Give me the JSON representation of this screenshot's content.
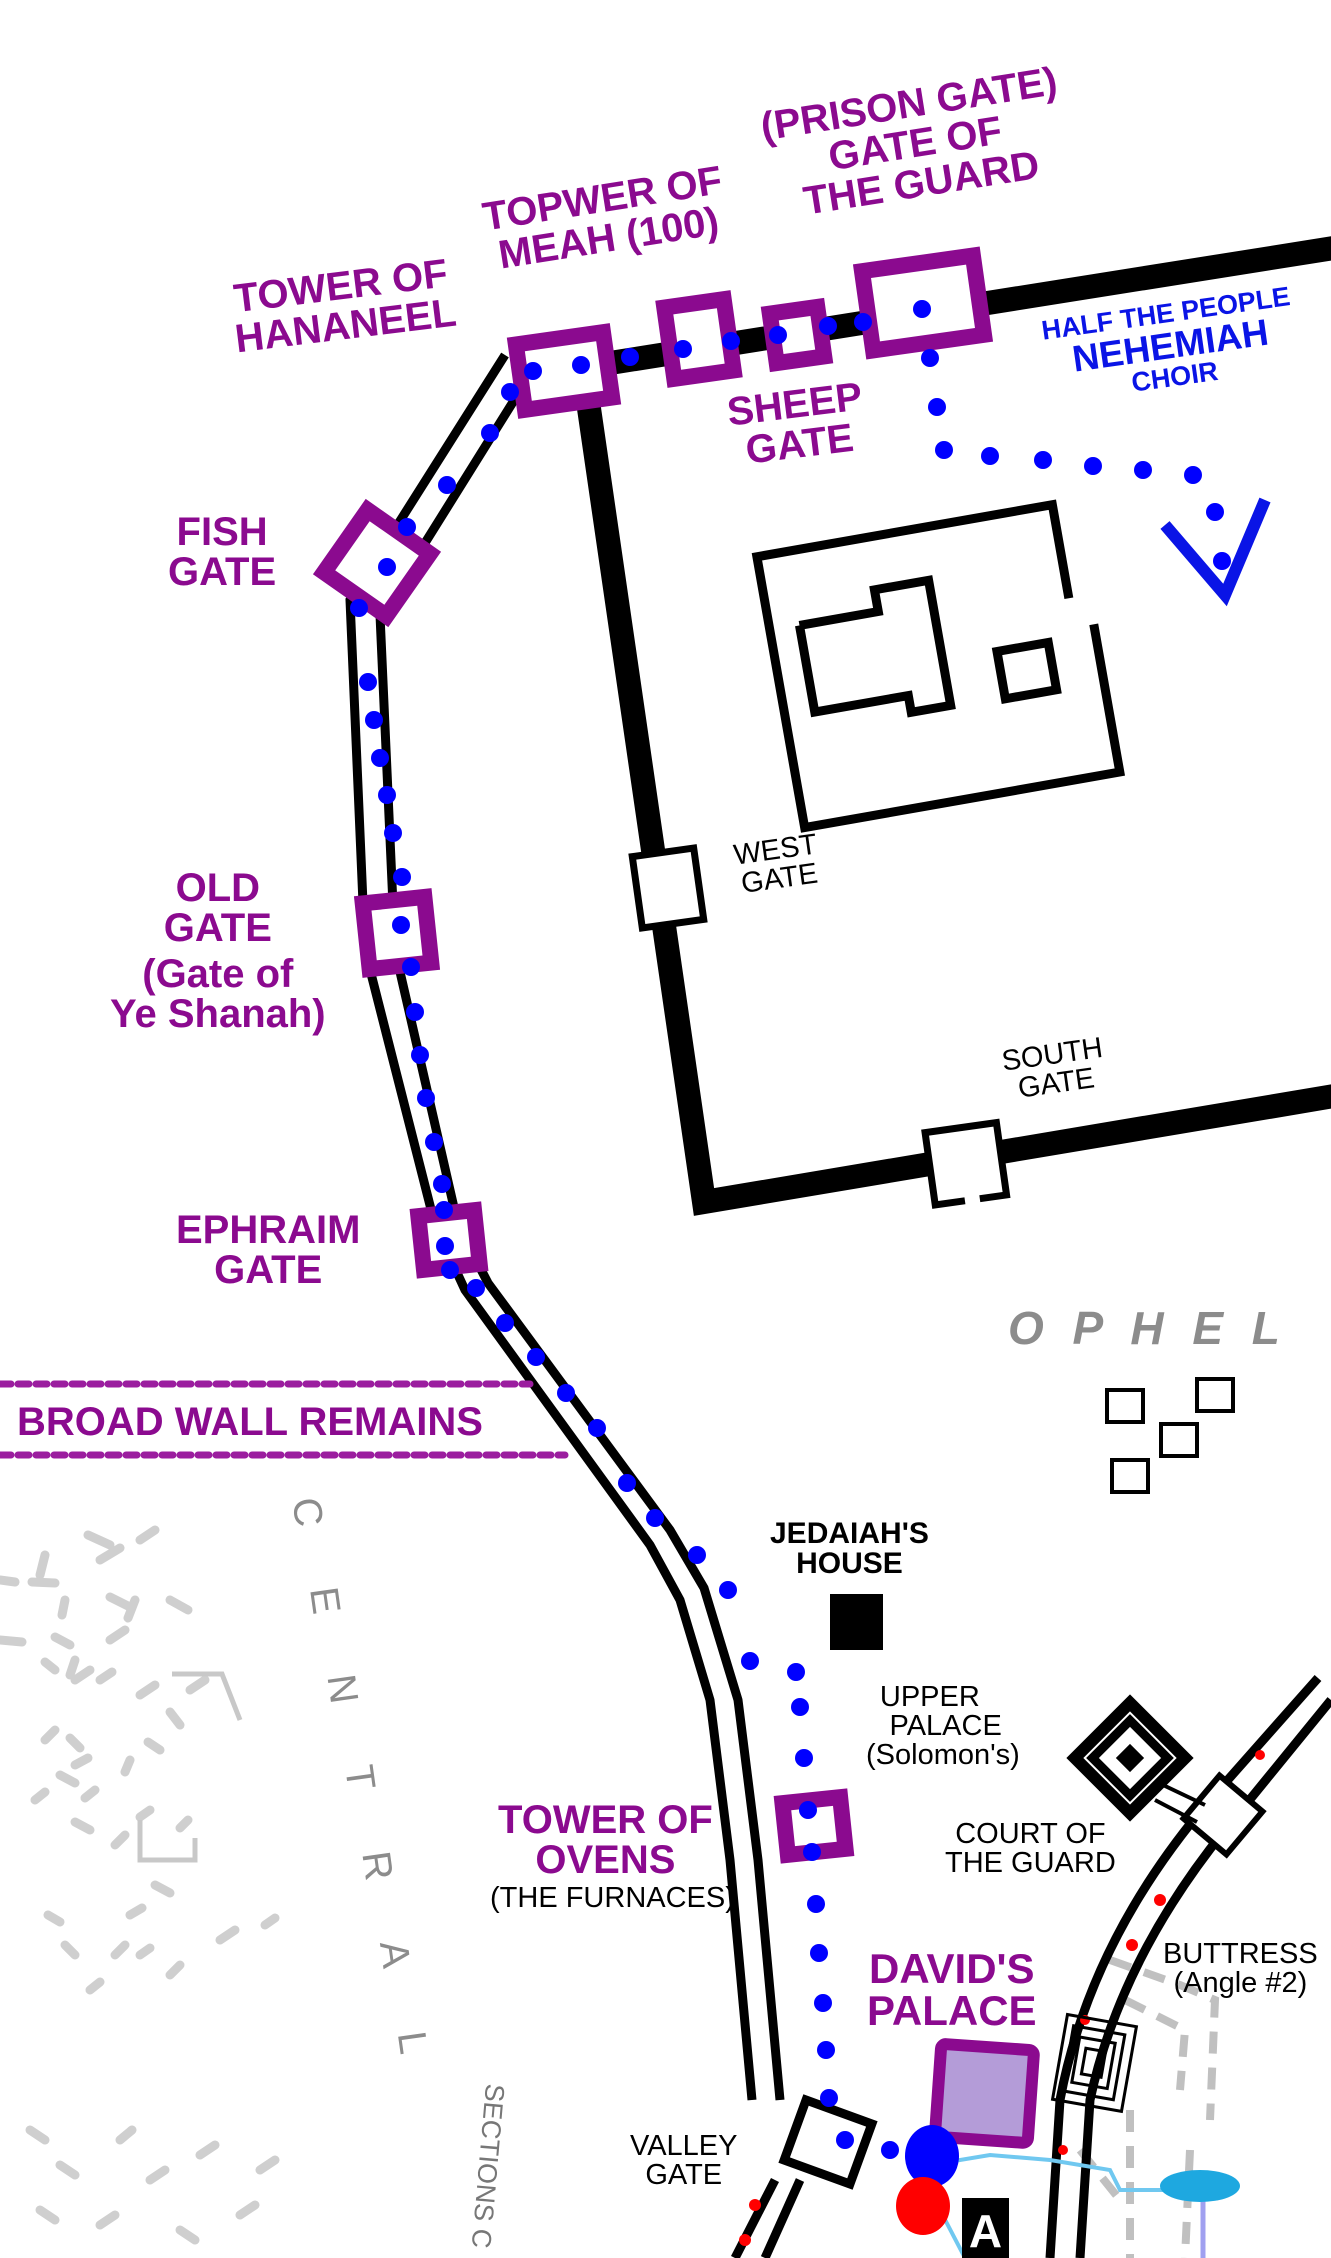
{
  "colors": {
    "gate_purple": "#8B0A8F",
    "procession_blue": "#0000FF",
    "wall_black": "#000000",
    "district_grey": "#8c8c8c",
    "ruins_grey": "#cccccc",
    "palace_fill": "#B49CD8",
    "marker_red": "#FF0000",
    "water_blue": "#1EA8E0",
    "channel_cyan": "#70C8F0"
  },
  "gates_purple": {
    "tower_hananeel": [
      "TOWER OF",
      "HANANEEL"
    ],
    "tower_meah": [
      "TOPWER OF",
      "MEAH (100)"
    ],
    "gate_of_guard": [
      "(PRISON GATE)",
      "GATE OF",
      "THE GUARD"
    ],
    "sheep_gate": [
      "SHEEP",
      "GATE"
    ],
    "fish_gate": [
      "FISH",
      "GATE"
    ],
    "old_gate": [
      "OLD",
      "GATE",
      "(Gate of",
      "Ye Shanah)"
    ],
    "ephraim_gate": [
      "EPHRAIM",
      "GATE"
    ],
    "broad_wall": "BROAD  WALL  REMAINS",
    "tower_ovens": [
      "TOWER  OF",
      "OVENS"
    ],
    "davids_palace": [
      "DAVID'S",
      "PALACE"
    ]
  },
  "procession": {
    "line1": "HALF THE PEOPLE",
    "line2": "NEHEMIAH",
    "line3": "CHOIR"
  },
  "black_labels": {
    "west_gate": [
      "WEST",
      "GATE"
    ],
    "south_gate": [
      "SOUTH",
      "GATE"
    ],
    "jedaiah": [
      "JEDAIAH'S",
      "HOUSE"
    ],
    "upper_palace": [
      "UPPER",
      "PALACE",
      "(Solomon's)"
    ],
    "court_guard": [
      "COURT OF",
      "THE GUARD"
    ],
    "furnaces": "(THE  FURNACES)",
    "buttress": [
      "BUTTRESS",
      "(Angle #2)"
    ],
    "valley_gate": [
      "VALLEY",
      "GATE"
    ],
    "marker_a": "A"
  },
  "districts": {
    "ophel": "O P H E L",
    "central": [
      "C",
      "E",
      "N",
      "T",
      "R",
      "A",
      "L"
    ],
    "sections": "SECTIONS C"
  }
}
